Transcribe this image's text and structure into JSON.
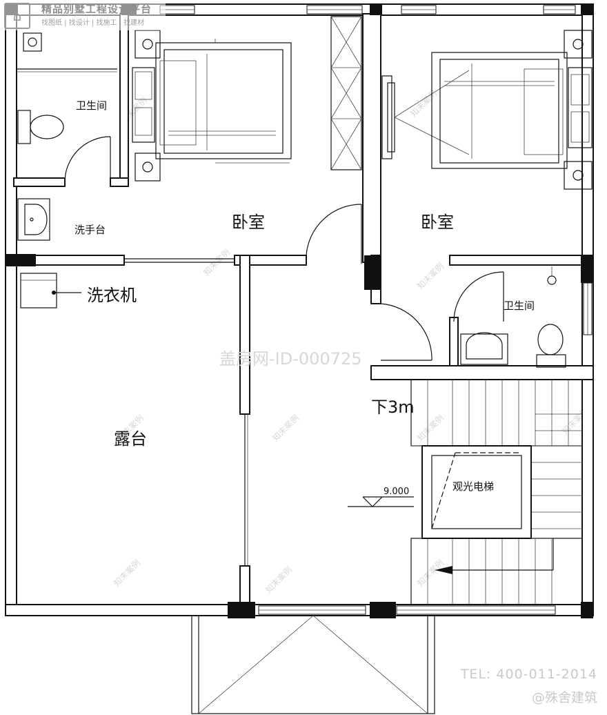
{
  "header": {
    "logo_glyph": "⌂",
    "site_title": "精品别墅工程设计平台",
    "site_subtitle": "找图纸 | 找设计 | 找施工 | 找建材"
  },
  "rooms": {
    "bathroom_left": "卫生间",
    "washbasin": "洗手台",
    "bedroom_left": "卧室",
    "bedroom_right": "卧室",
    "bathroom_right": "卫生间",
    "terrace": "露台",
    "elevator": "观光电梯"
  },
  "annotations": {
    "washing_machine": "洗衣机",
    "stair_note": "下3m",
    "elevation": "9.000"
  },
  "watermarks": {
    "center_id": "盖房网-ID-000725",
    "faint_stamp": "知末案例"
  },
  "footer": {
    "tel": "TEL: 400-011-2014",
    "brand": "@殊舍建筑"
  }
}
